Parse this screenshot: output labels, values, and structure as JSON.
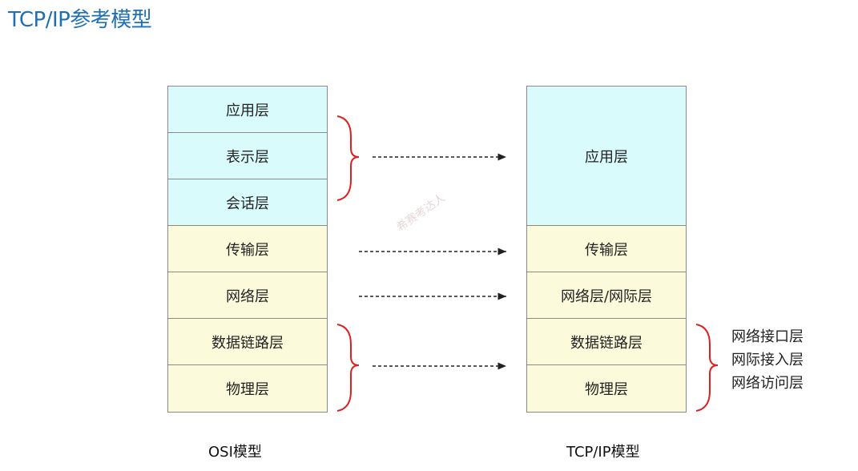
{
  "title": "TCP/IP参考模型",
  "osi": {
    "caption": "OSI模型",
    "layers": [
      "应用层",
      "表示层",
      "会话层",
      "传输层",
      "网络层",
      "数据链路层",
      "物理层"
    ]
  },
  "tcpip": {
    "caption": "TCP/IP模型",
    "layers": [
      "应用层",
      "传输层",
      "网络层/网际层",
      "数据链路层",
      "物理层"
    ],
    "lower_aliases": [
      "网络接口层",
      "网际接入层",
      "网络访问层"
    ]
  },
  "watermark": "希赛考达人",
  "colors": {
    "title": "#1f6fb2",
    "upper_fill": "#d9fbfb",
    "lower_fill": "#fbfbdc",
    "brace": "#e02020",
    "border": "#8a8a8a"
  }
}
